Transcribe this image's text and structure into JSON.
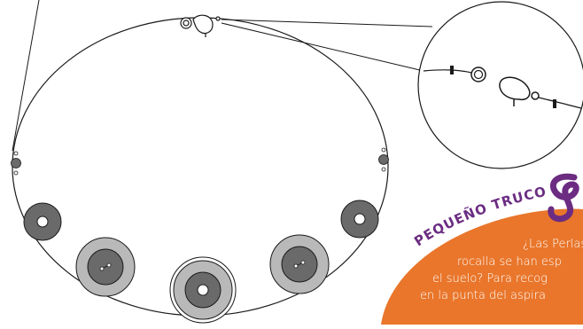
{
  "tip": {
    "heading": "PEQUEÑO TRUCO",
    "lines": [
      "¿Las  Perlas",
      "rocalla se han esp",
      "el suelo? Para recog",
      "en la punta del aspira"
    ]
  },
  "colors": {
    "tip_orange": "#e9762b",
    "heading_purple": "#6b2c82",
    "bead_dark": "#6a6a6a",
    "bead_light": "#b9b9b9",
    "line": "#1a1a1a"
  },
  "icons": {
    "heading_ornament": "curly-ampersand-icon",
    "clasp": "lobster-clasp-icon"
  }
}
